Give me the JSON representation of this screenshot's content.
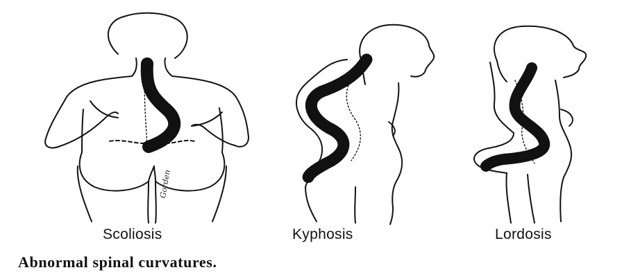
{
  "figures": [
    {
      "id": "scoliosis",
      "label": "Scoliosis"
    },
    {
      "id": "kyphosis",
      "label": "Kyphosis"
    },
    {
      "id": "lordosis",
      "label": "Lordosis"
    }
  ],
  "caption": "Abnormal spinal curvatures.",
  "signature": "Gorden",
  "colors": {
    "ink": "#111111",
    "background": "#ffffff"
  }
}
